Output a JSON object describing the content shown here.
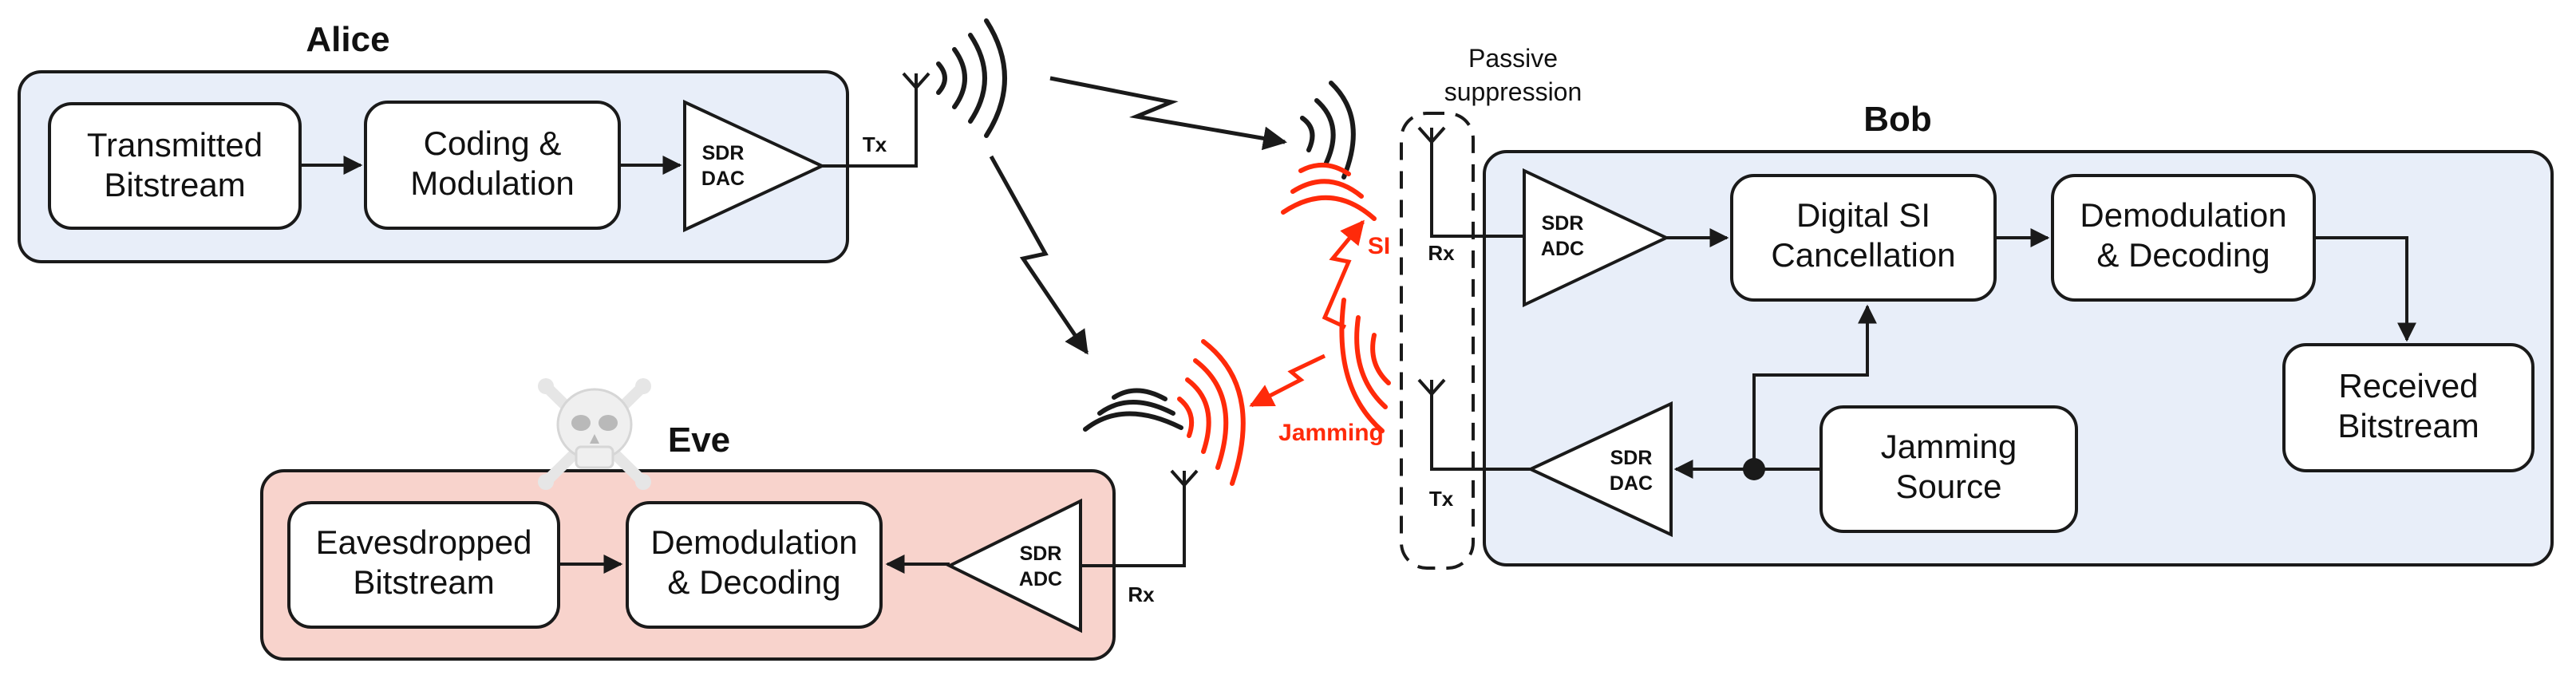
{
  "colors": {
    "panel_blue": "#e8eef9",
    "panel_red": "#f8d3cc",
    "accent_red": "#ff2a0a",
    "ink": "#1a1a1a"
  },
  "icons": [
    "antenna-icon",
    "radio-wave-icon",
    "skull-crossbones-icon",
    "lightning-bolt-arrow-icon"
  ],
  "alice": {
    "title": "Alice",
    "transmitted_bitstream": [
      "Transmitted",
      "Bitstream"
    ],
    "coding_modulation": [
      "Coding &",
      "Modulation"
    ],
    "sdr_dac": [
      "SDR",
      "DAC"
    ],
    "tx_label": "Tx"
  },
  "eve": {
    "title": "Eve",
    "eavesdropped_bitstream": [
      "Eavesdropped",
      "Bitstream"
    ],
    "demod_decoding": [
      "Demodulation",
      "& Decoding"
    ],
    "sdr_adc": [
      "SDR",
      "ADC"
    ],
    "rx_label": "Rx"
  },
  "bob": {
    "title": "Bob",
    "sdr_adc": [
      "SDR",
      "ADC"
    ],
    "digital_si": [
      "Digital SI",
      "Cancellation"
    ],
    "demod_decoding": [
      "Demodulation",
      "& Decoding"
    ],
    "received_bitstream": [
      "Received",
      "Bitstream"
    ],
    "jamming_source": [
      "Jamming",
      "Source"
    ],
    "sdr_dac": [
      "SDR",
      "DAC"
    ],
    "rx_label": "Rx",
    "tx_label": "Tx"
  },
  "channel": {
    "passive_suppression": [
      "Passive",
      "suppression"
    ],
    "si_label": "SI",
    "jamming_label": "Jamming"
  }
}
